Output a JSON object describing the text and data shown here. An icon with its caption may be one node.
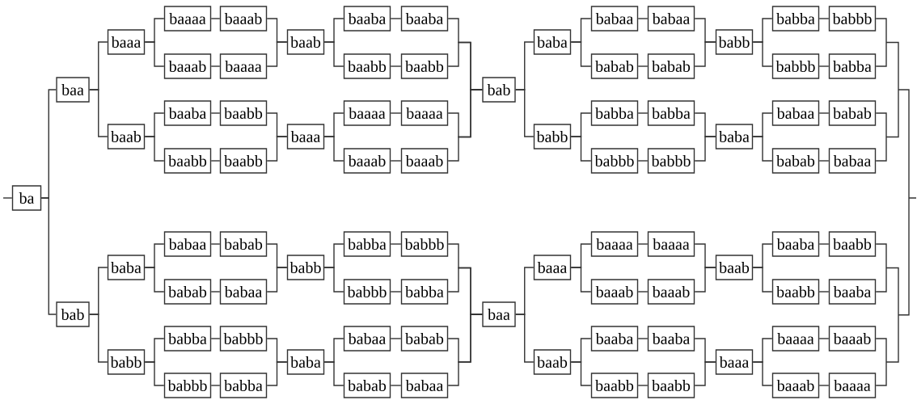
{
  "diagram": {
    "nodes": [
      {
        "text": [
          "ba"
        ]
      },
      {
        "text": [
          "baa"
        ]
      },
      {
        "text": [
          "bab"
        ]
      },
      {
        "text": [
          "baaa"
        ]
      },
      {
        "text": [
          "baab"
        ]
      },
      {
        "text": [
          "baba"
        ]
      },
      {
        "text": [
          "babb"
        ]
      },
      {
        "text": [
          "baaaa"
        ]
      },
      {
        "text": [
          "baaab"
        ]
      },
      {
        "text": [
          "baaba"
        ]
      },
      {
        "text": [
          "baabb"
        ]
      },
      {
        "text": [
          "babaa"
        ]
      },
      {
        "text": [
          "babab"
        ]
      },
      {
        "text": [
          "babba"
        ]
      },
      {
        "text": [
          "babbb"
        ]
      },
      {
        "text": [
          "baaab"
        ]
      },
      {
        "text": [
          "baaaa"
        ]
      },
      {
        "text": [
          "baabb"
        ]
      },
      {
        "text": [
          "baabb"
        ]
      },
      {
        "text": [
          "babab"
        ]
      },
      {
        "text": [
          "babaa"
        ]
      },
      {
        "text": [
          "babbb"
        ]
      },
      {
        "text": [
          "babba"
        ]
      },
      {
        "text": [
          "baab"
        ]
      },
      {
        "text": [
          "baaa"
        ]
      },
      {
        "text": [
          "babb"
        ]
      },
      {
        "text": [
          "baba"
        ]
      },
      {
        "text": [
          "baaba"
        ]
      },
      {
        "text": [
          "baabb"
        ]
      },
      {
        "text": [
          "baaaa"
        ]
      },
      {
        "text": [
          "baaab"
        ]
      },
      {
        "text": [
          "babba"
        ]
      },
      {
        "text": [
          "babbb"
        ]
      },
      {
        "text": [
          "babaa"
        ]
      },
      {
        "text": [
          "babab"
        ]
      },
      {
        "text": [
          "baaba"
        ]
      },
      {
        "text": [
          "baabb"
        ]
      },
      {
        "text": [
          "baaaa"
        ]
      },
      {
        "text": [
          "baaab"
        ]
      },
      {
        "text": [
          "babbb"
        ]
      },
      {
        "text": [
          "babba"
        ]
      },
      {
        "text": [
          "babab"
        ]
      },
      {
        "text": [
          "babaa"
        ]
      },
      {
        "text": [
          "bab"
        ]
      },
      {
        "text": [
          "baa"
        ]
      },
      {
        "text": [
          "baba"
        ]
      },
      {
        "text": [
          "babb"
        ]
      },
      {
        "text": [
          "baaa"
        ]
      },
      {
        "text": [
          "baab"
        ]
      },
      {
        "text": [
          "babaa"
        ]
      },
      {
        "text": [
          "babab"
        ]
      },
      {
        "text": [
          "babba"
        ]
      },
      {
        "text": [
          "babbb"
        ]
      },
      {
        "text": [
          "baaaa"
        ]
      },
      {
        "text": [
          "baaab"
        ]
      },
      {
        "text": [
          "baaba"
        ]
      },
      {
        "text": [
          "baabb"
        ]
      },
      {
        "text": [
          "babaa"
        ]
      },
      {
        "text": [
          "babab"
        ]
      },
      {
        "text": [
          "babba"
        ]
      },
      {
        "text": [
          "babbb"
        ]
      },
      {
        "text": [
          "baaaa"
        ]
      },
      {
        "text": [
          "baaab"
        ]
      },
      {
        "text": [
          "baaba"
        ]
      },
      {
        "text": [
          "baabb"
        ]
      },
      {
        "text": [
          "babb"
        ]
      },
      {
        "text": [
          "baba"
        ]
      },
      {
        "text": [
          "baab"
        ]
      },
      {
        "text": [
          "baaa"
        ]
      },
      {
        "text": [
          "babba"
        ]
      },
      {
        "text": [
          "babbb"
        ]
      },
      {
        "text": [
          "babaa"
        ]
      },
      {
        "text": [
          "babab"
        ]
      },
      {
        "text": [
          "baaba"
        ]
      },
      {
        "text": [
          "baabb"
        ]
      },
      {
        "text": [
          "baaaa"
        ]
      },
      {
        "text": [
          "baaab"
        ]
      },
      {
        "text": [
          "babbb"
        ]
      },
      {
        "text": [
          "babba"
        ]
      },
      {
        "text": [
          "babab"
        ]
      },
      {
        "text": [
          "babaa"
        ]
      },
      {
        "text": [
          "baabb"
        ]
      },
      {
        "text": [
          "baaba"
        ]
      },
      {
        "text": [
          "baaab"
        ]
      },
      {
        "text": [
          "baaaa"
        ]
      }
    ],
    "edges": [
      {
        "from": null,
        "to": 0,
        "arrow": "none"
      },
      {
        "from": 0,
        "to": 1,
        "arrow": "none"
      },
      {
        "from": 0,
        "to": 2,
        "arrow": "none"
      },
      {
        "from": 1,
        "to": 3,
        "arrow": "none"
      },
      {
        "from": 1,
        "to": 4,
        "arrow": "none"
      },
      {
        "from": 2,
        "to": 5,
        "arrow": "none"
      },
      {
        "from": 2,
        "to": 6,
        "arrow": "none"
      },
      {
        "from": 3,
        "to": 7,
        "arrow": "none"
      },
      {
        "from": 3,
        "to": 8,
        "arrow": "none"
      },
      {
        "from": 4,
        "to": 9,
        "arrow": "none"
      },
      {
        "from": 4,
        "to": 10,
        "arrow": "none"
      },
      {
        "from": 5,
        "to": 11,
        "arrow": "none"
      },
      {
        "from": 5,
        "to": 12,
        "arrow": "none"
      },
      {
        "from": 6,
        "to": 13,
        "arrow": "none"
      },
      {
        "from": 6,
        "to": 14,
        "arrow": "none"
      },
      {
        "from": 7,
        "to": 15,
        "arrow": "none"
      },
      {
        "from": 8,
        "to": 16,
        "arrow": "none"
      },
      {
        "from": 9,
        "to": 17,
        "arrow": "none"
      },
      {
        "from": 10,
        "to": 18,
        "arrow": "none"
      },
      {
        "from": 11,
        "to": 19,
        "arrow": "none"
      },
      {
        "from": 12,
        "to": 20,
        "arrow": "none"
      },
      {
        "from": 13,
        "to": 21,
        "arrow": "none"
      },
      {
        "from": 14,
        "to": 22,
        "arrow": "none"
      },
      {
        "from": 15,
        "to": 23,
        "arrow": "none"
      },
      {
        "from": 16,
        "to": 23,
        "arrow": "none"
      },
      {
        "from": 17,
        "to": 24,
        "arrow": "none"
      },
      {
        "from": 18,
        "to": 24,
        "arrow": "none"
      },
      {
        "from": 19,
        "to": 25,
        "arrow": "none"
      },
      {
        "from": 20,
        "to": 25,
        "arrow": "none"
      },
      {
        "from": 21,
        "to": 26,
        "arrow": "none"
      },
      {
        "from": 22,
        "to": 26,
        "arrow": "none"
      },
      {
        "from": 23,
        "to": 27,
        "arrow": "none"
      },
      {
        "from": 23,
        "to": 28,
        "arrow": "none"
      },
      {
        "from": 24,
        "to": 29,
        "arrow": "none"
      },
      {
        "from": 24,
        "to": 30,
        "arrow": "none"
      },
      {
        "from": 25,
        "to": 31,
        "arrow": "none"
      },
      {
        "from": 25,
        "to": 32,
        "arrow": "none"
      },
      {
        "from": 26,
        "to": 33,
        "arrow": "none"
      },
      {
        "from": 26,
        "to": 34,
        "arrow": "none"
      },
      {
        "from": 27,
        "to": 35,
        "arrow": "none"
      },
      {
        "from": 28,
        "to": 36,
        "arrow": "none"
      },
      {
        "from": 29,
        "to": 37,
        "arrow": "none"
      },
      {
        "from": 30,
        "to": 38,
        "arrow": "none"
      },
      {
        "from": 31,
        "to": 39,
        "arrow": "none"
      },
      {
        "from": 32,
        "to": 40,
        "arrow": "none"
      },
      {
        "from": 33,
        "to": 41,
        "arrow": "none"
      },
      {
        "from": 34,
        "to": 42,
        "arrow": "none"
      },
      {
        "from": 35,
        "to": 43,
        "arrow": "none"
      },
      {
        "from": 36,
        "to": 43,
        "arrow": "none"
      },
      {
        "from": 37,
        "to": 43,
        "arrow": "none"
      },
      {
        "from": 38,
        "to": 43,
        "arrow": "none"
      },
      {
        "from": 39,
        "to": 44,
        "arrow": "none"
      },
      {
        "from": 40,
        "to": 44,
        "arrow": "none"
      },
      {
        "from": 41,
        "to": 44,
        "arrow": "none"
      },
      {
        "from": 42,
        "to": 44,
        "arrow": "none"
      },
      {
        "from": 43,
        "to": 45,
        "arrow": "none"
      },
      {
        "from": 43,
        "to": 46,
        "arrow": "none"
      },
      {
        "from": 44,
        "to": 47,
        "arrow": "none"
      },
      {
        "from": 44,
        "to": 48,
        "arrow": "none"
      },
      {
        "from": 45,
        "to": 49,
        "arrow": "none"
      },
      {
        "from": 45,
        "to": 50,
        "arrow": "none"
      },
      {
        "from": 46,
        "to": 51,
        "arrow": "none"
      },
      {
        "from": 46,
        "to": 52,
        "arrow": "none"
      },
      {
        "from": 47,
        "to": 53,
        "arrow": "none"
      },
      {
        "from": 47,
        "to": 54,
        "arrow": "none"
      },
      {
        "from": 48,
        "to": 55,
        "arrow": "none"
      },
      {
        "from": 48,
        "to": 56,
        "arrow": "none"
      },
      {
        "from": 49,
        "to": 57,
        "arrow": "none"
      },
      {
        "from": 50,
        "to": 58,
        "arrow": "none"
      },
      {
        "from": 51,
        "to": 59,
        "arrow": "none"
      },
      {
        "from": 52,
        "to": 60,
        "arrow": "none"
      },
      {
        "from": 53,
        "to": 61,
        "arrow": "none"
      },
      {
        "from": 54,
        "to": 62,
        "arrow": "none"
      },
      {
        "from": 55,
        "to": 63,
        "arrow": "none"
      },
      {
        "from": 56,
        "to": 64,
        "arrow": "none"
      },
      {
        "from": 57,
        "to": 65,
        "arrow": "none"
      },
      {
        "from": 58,
        "to": 65,
        "arrow": "none"
      },
      {
        "from": 59,
        "to": 66,
        "arrow": "none"
      },
      {
        "from": 60,
        "to": 66,
        "arrow": "none"
      },
      {
        "from": 61,
        "to": 67,
        "arrow": "none"
      },
      {
        "from": 62,
        "to": 67,
        "arrow": "none"
      },
      {
        "from": 63,
        "to": 68,
        "arrow": "none"
      },
      {
        "from": 64,
        "to": 68,
        "arrow": "none"
      },
      {
        "from": 65,
        "to": 69,
        "arrow": "none"
      },
      {
        "from": 65,
        "to": 70,
        "arrow": "none"
      },
      {
        "from": 66,
        "to": 71,
        "arrow": "none"
      },
      {
        "from": 66,
        "to": 72,
        "arrow": "none"
      },
      {
        "from": 67,
        "to": 73,
        "arrow": "none"
      },
      {
        "from": 67,
        "to": 74,
        "arrow": "none"
      },
      {
        "from": 68,
        "to": 75,
        "arrow": "none"
      },
      {
        "from": 68,
        "to": 76,
        "arrow": "none"
      },
      {
        "from": 69,
        "to": 77,
        "arrow": "none"
      },
      {
        "from": 70,
        "to": 78,
        "arrow": "none"
      },
      {
        "from": 71,
        "to": 79,
        "arrow": "none"
      },
      {
        "from": 72,
        "to": 80,
        "arrow": "none"
      },
      {
        "from": 73,
        "to": 81,
        "arrow": "none"
      },
      {
        "from": 74,
        "to": 82,
        "arrow": "none"
      },
      {
        "from": 75,
        "to": 83,
        "arrow": "none"
      },
      {
        "from": 76,
        "to": 84,
        "arrow": "none"
      },
      {
        "from": 77,
        "to": null,
        "arrow": "none"
      },
      {
        "from": 78,
        "to": null,
        "arrow": "none"
      },
      {
        "from": 79,
        "to": null,
        "arrow": "none"
      },
      {
        "from": 80,
        "to": null,
        "arrow": "none"
      },
      {
        "from": 81,
        "to": null,
        "arrow": "none"
      },
      {
        "from": 82,
        "to": null,
        "arrow": "none"
      },
      {
        "from": 83,
        "to": null,
        "arrow": "none"
      },
      {
        "from": 84,
        "to": null,
        "arrow": "none"
      }
    ]
  }
}
